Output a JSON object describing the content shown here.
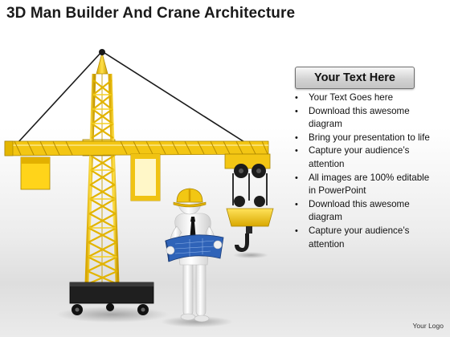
{
  "title": "3D Man Builder And Crane Architecture",
  "heading": "Your Text Here",
  "bullets": [
    "Your Text Goes here",
    "Download this awesome diagram",
    "Bring your presentation to life",
    "Capture your audience’s attention",
    "All images are 100% editable in PowerPoint",
    "Download this awesome diagram",
    "Capture your audience’s attention"
  ],
  "logo_text": "Your Logo",
  "colors": {
    "crane_yellow": "#f2c912",
    "crane_shadow": "#b08a00",
    "base_black": "#1c1c1c",
    "figure_white": "#f4f4f4",
    "blueprint_blue": "#2f63b8"
  },
  "illustration": {
    "subject": "3D man in yellow hard hat holding a blueprint beside a yellow tower crane",
    "icons": [
      "tower-crane",
      "builder-figure",
      "hard-hat",
      "blueprint",
      "crane-hook"
    ]
  }
}
